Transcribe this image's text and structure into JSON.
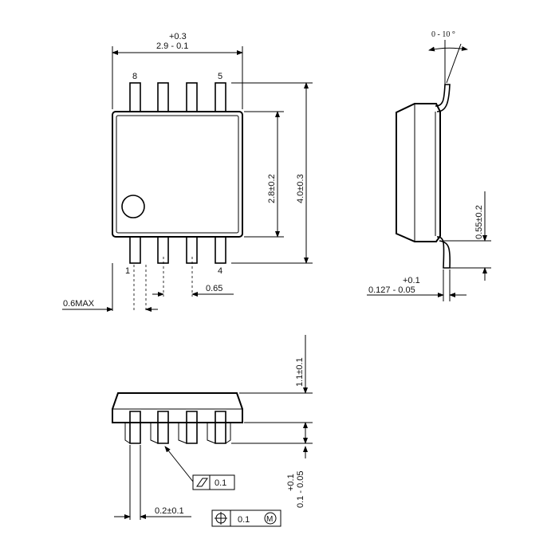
{
  "top_view": {
    "width_dim_upper": "+0.3",
    "width_dim_main": "2.9 - 0.1",
    "height_body": "2.8±0.2",
    "height_total": "4.0±0.3",
    "pitch": "0.65",
    "lead_max": "0.6MAX",
    "pin_8": "8",
    "pin_5": "5",
    "pin_1": "1",
    "pin_4": "4"
  },
  "side_view": {
    "angle": "0 - 10 °",
    "standoff": "0.55±0.2",
    "thickness_upper": "+0.1",
    "thickness_main": "0.127 - 0.05"
  },
  "front_view": {
    "height": "1.1±0.1",
    "standoff_upper": "+0.1",
    "standoff_main": "0.1 - 0.05",
    "lead_width": "0.2±0.1",
    "flatness_value": "0.1",
    "position_value": "0.1",
    "mmc_symbol": "M"
  }
}
